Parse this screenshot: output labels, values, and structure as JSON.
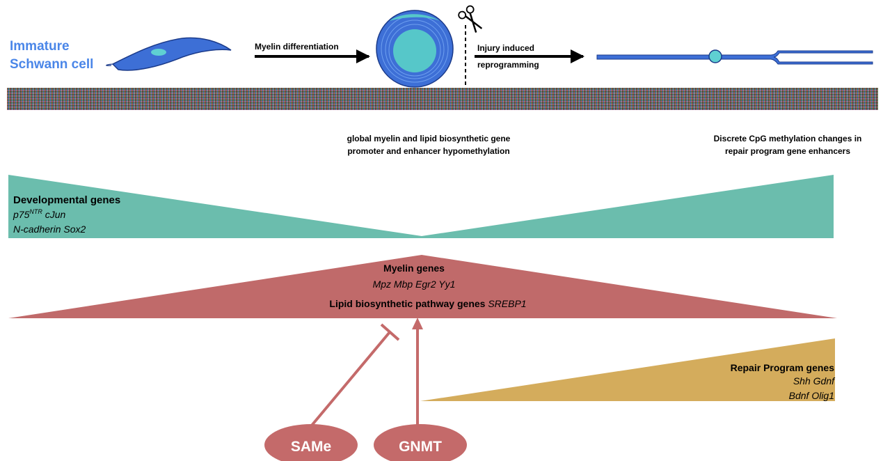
{
  "top_row": {
    "immature_label_line1": "Immature",
    "immature_label_line2": "Schwann cell",
    "arrow1_label": "Myelin differentiation",
    "arrow2_label_line1": "Injury induced",
    "arrow2_label_line2": "reprogramming"
  },
  "notes": {
    "myelinating_line1": "global myelin and lipid biosynthetic gene",
    "myelinating_line2": "promoter and enhancer hypomethylation",
    "repair_line1": "Discrete CpG methylation changes in",
    "repair_line2": "repair program gene enhancers"
  },
  "developmental": {
    "title": "Developmental genes",
    "genes_line1_main": "p75",
    "genes_line1_sup": "NTR",
    "genes_line1_rest": " cJun",
    "genes_line2": "N-cadherin  Sox2"
  },
  "myelin": {
    "title": "Myelin genes",
    "genes": "Mpz Mbp Egr2 Yy1",
    "lipid_title": "Lipid biosynthetic pathway genes",
    "lipid_gene": "SREBP1"
  },
  "repair": {
    "title": "Repair Program genes",
    "genes_line1": "Shh Gdnf",
    "genes_line2": "Bdnf Olig1"
  },
  "regulators": {
    "same_label": "SAMe",
    "gnmt_label": "GNMT"
  },
  "colors": {
    "immature_label": "#4a86e8",
    "cell_blue": "#3d6fd6",
    "nucleus_cyan": "#56c7c9",
    "developmental_fill": "#6bbdad",
    "myelin_fill": "#c06a6a",
    "repair_fill": "#d4ac5c",
    "regulator_fill": "#c46a6a",
    "inhibition_line": "#c46a6a"
  },
  "icons": {
    "scissors": "scissors-icon"
  }
}
